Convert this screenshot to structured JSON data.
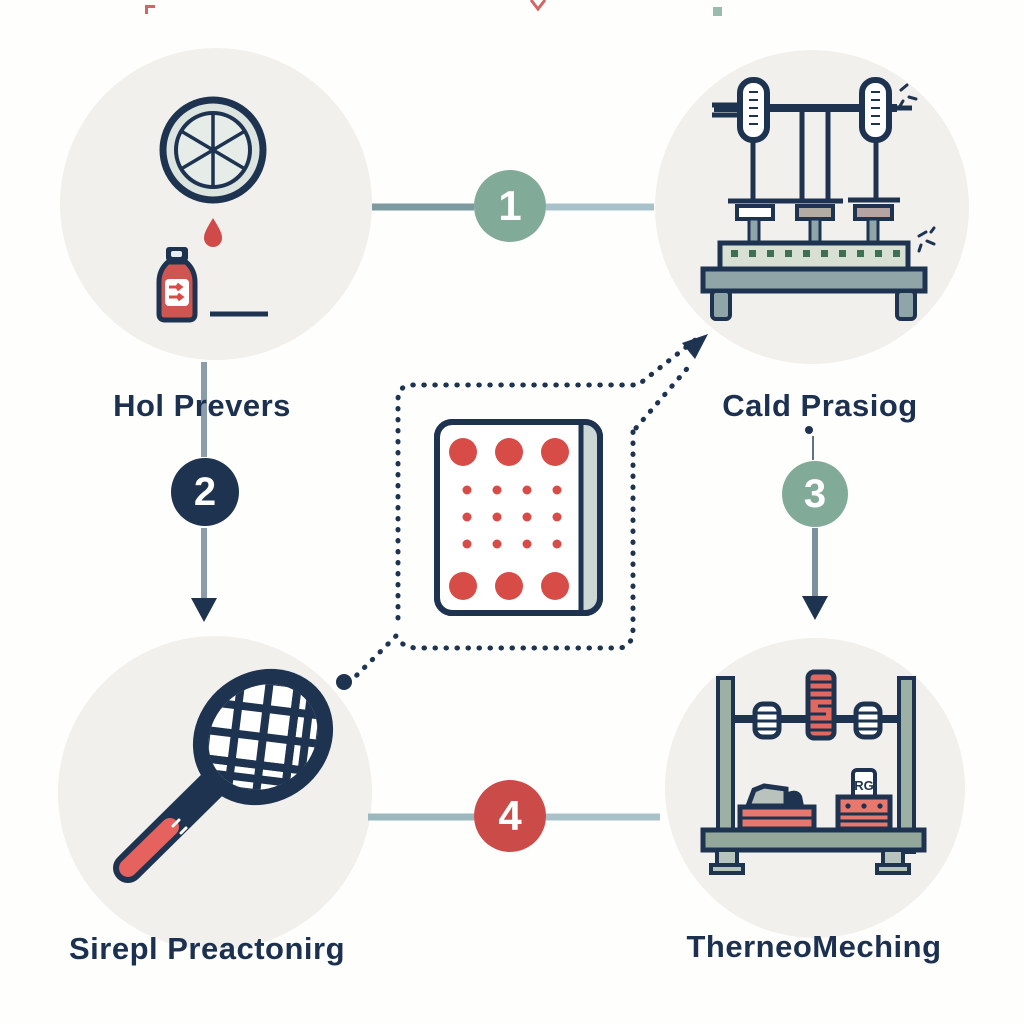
{
  "diagram": {
    "type": "process-flow-infographic",
    "nodes": [
      {
        "id": "node-top-left",
        "label": "Hol Prevers",
        "icon": "citrus-juice-bottle-icon"
      },
      {
        "id": "node-top-right",
        "label": "Cald Prasiog",
        "icon": "press-machine-icon"
      },
      {
        "id": "node-bottom-left",
        "label": "Sirepl Preactonirg",
        "icon": "tennis-racket-icon"
      },
      {
        "id": "node-bottom-right",
        "label": "TherneoMeching",
        "icon": "roller-machine-icon",
        "part_label": "RG"
      }
    ],
    "badges": [
      {
        "number": "1",
        "color": "#82aa98"
      },
      {
        "number": "2",
        "color": "#1d3350"
      },
      {
        "number": "3",
        "color": "#82aa98"
      },
      {
        "number": "4",
        "color": "#cb4b49"
      }
    ],
    "center_card": {
      "name": "dotted-mold-plate",
      "large_dot_rows": 2,
      "large_dot_cols": 3,
      "small_dot_rows": 3,
      "small_dot_cols": 4,
      "dot_color": "#d84c47"
    },
    "connections": [
      {
        "from": "Hol Prevers",
        "to": "Cald Prasiog",
        "via_badge": "1",
        "style": "solid-line"
      },
      {
        "from": "Hol Prevers",
        "to": "Sirepl Preactonirg",
        "via_badge": "2",
        "style": "solid-arrow-down"
      },
      {
        "from": "Cald Prasiog",
        "to": "TherneoMeching",
        "via_badge": "3",
        "style": "solid-arrow-down"
      },
      {
        "from": "Sirepl Preactonirg",
        "to": "TherneoMeching",
        "via_badge": "4",
        "style": "solid-line"
      },
      {
        "from": "Sirepl Preactonirg",
        "to": "center-card",
        "style": "dotted-line"
      },
      {
        "from": "center-card",
        "to": "Cald Prasiog",
        "style": "dotted-arrow"
      }
    ],
    "colors": {
      "navy": "#1d3350",
      "red": "#cb4b49",
      "sage_green": "#82aa98",
      "circle_beige": "#f2f0ec",
      "line_light": "#a9c2c9",
      "line_teal": "#7d9aa0",
      "line_gray": "#8b9daa",
      "dot_red": "#d84c47",
      "salmon": "#e5625e",
      "machine_gray": "#90a5a8",
      "table_green": "#d7e0d2",
      "square_green": "#3e7052",
      "card_spine": "#ccd8d6"
    }
  }
}
